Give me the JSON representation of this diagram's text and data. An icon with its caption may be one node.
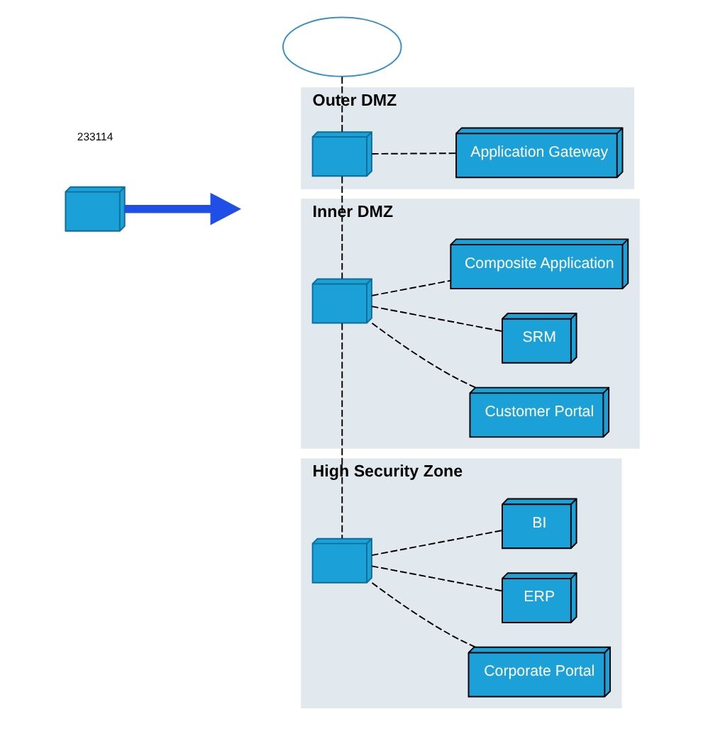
{
  "diagram": {
    "nodes": [
      {
        "text": [],
        "shape": "cloud"
      },
      {
        "text": [
          "Outer DMZ"
        ]
      },
      {
        "text": [],
        "shape": "box",
        "in": 1
      },
      {
        "text": [
          "Application Gateway"
        ],
        "in": 1
      },
      {
        "text": [
          "Inner DMZ"
        ]
      },
      {
        "text": [],
        "shape": "box",
        "in": 4
      },
      {
        "text": [
          "Customer Portal"
        ],
        "in": 4
      },
      {
        "text": [
          "SRM"
        ],
        "in": 4
      },
      {
        "text": [
          "Composite Application"
        ],
        "in": 4
      },
      {
        "text": [
          "High Security Zone"
        ]
      },
      {
        "text": [],
        "shape": "box",
        "in": 9
      },
      {
        "text": [
          "Corporate Portal"
        ],
        "in": 9
      },
      {
        "text": [
          "ERP"
        ],
        "in": 9
      },
      {
        "text": [
          "BI"
        ],
        "in": 9
      },
      {
        "text": [],
        "shape": "box"
      }
    ],
    "edges": [
      {
        "from": 0,
        "to": 2,
        "arrow": "none",
        "style": "dashed"
      },
      {
        "from": 2,
        "to": 3,
        "arrow": "none",
        "style": "dashed"
      },
      {
        "from": 2,
        "to": 5,
        "arrow": "none",
        "style": "dashed"
      },
      {
        "from": 5,
        "to": 6,
        "arrow": "none",
        "style": "dashed"
      },
      {
        "from": 5,
        "to": 7,
        "arrow": "none",
        "style": "dashed"
      },
      {
        "from": 5,
        "to": 8,
        "arrow": "none",
        "style": "dashed"
      },
      {
        "from": 5,
        "to": 10,
        "arrow": "none",
        "style": "dashed"
      },
      {
        "from": 10,
        "to": 11,
        "arrow": "none",
        "style": "dashed"
      },
      {
        "from": 10,
        "to": 12,
        "arrow": "none",
        "style": "dashed"
      },
      {
        "from": 10,
        "to": 13,
        "arrow": "none",
        "style": "dashed"
      },
      {
        "from": 14,
        "to": null,
        "arrow": "to",
        "style": "thick",
        "color": "#1f4fe6"
      }
    ],
    "labels": [
      "233114"
    ]
  }
}
